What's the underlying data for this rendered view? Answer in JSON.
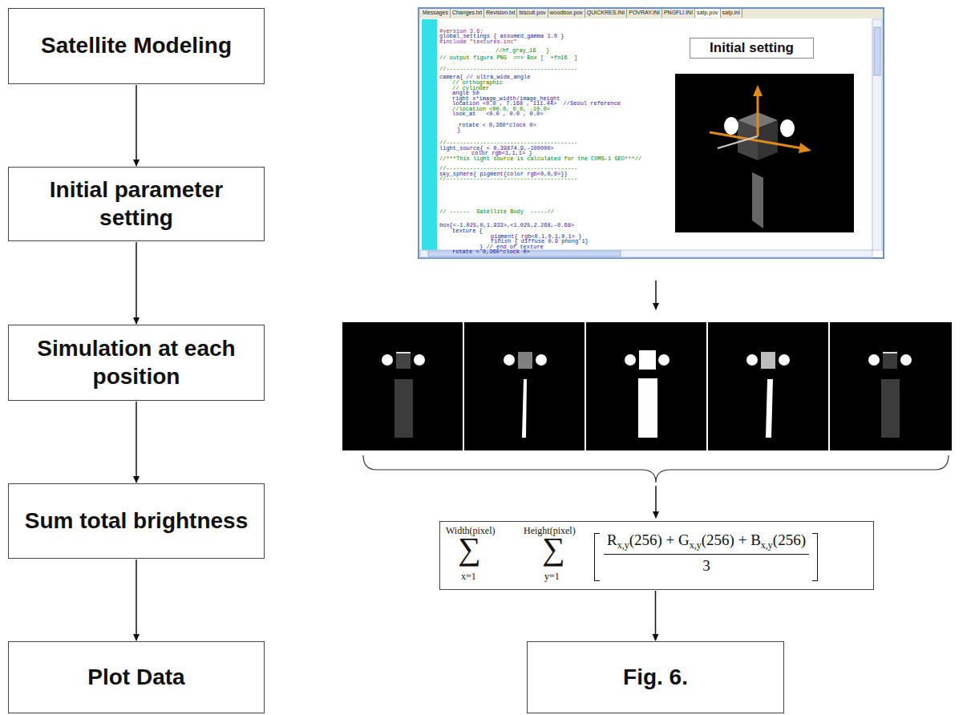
{
  "diagram": {
    "nodes": [
      {
        "text": [
          "Satellite Modeling"
        ]
      },
      {
        "text": [
          "Initial parameter setting"
        ]
      },
      {
        "text": [
          "Simulation at each position"
        ]
      },
      {
        "text": [
          "Sum total brightness"
        ]
      },
      {
        "text": [
          "Plot Data"
        ]
      },
      {
        "text": [
          "Messages",
          "Changes.txt",
          "Revision.txt",
          "biscuit.pov",
          "woodbox.pov",
          "QUICKRES.INI",
          "POVRAY.INI",
          "PNGFLI.INI",
          "satp.pov",
          "satp.ini",
          "#version 3.6;",
          "global_settings { assumed_gamma 1.0 }",
          "#include \"textures.inc\"",
          "//hf_gray_16   }",
          "// output figure PNG  ==> Box [  +fn16  ]",
          "//---------------------------------------",
          "camera{ // ultra_wide_angle",
          "// orthographic",
          "// cylinder",
          "angle 50",
          "right x*image_width/image_height",
          "location <0.0 , 7.168 , 111.44>  //Seoul reference",
          "//location <00.0, 0.0, -10.0>",
          "look_at   <0.0 , 0.0 , 0.0>",
          "rotate < 0,360*clock 0>",
          "}",
          "//---------------------------------------",
          "light_source{ < 0,39874.9,-100000>",
          "color rgb<1,1,1> }",
          "//***This light source is calculated for the COMS-1 GEO***//",
          "//---------------------------------------",
          "sky_sphere{ pigment{color rgb<0,0,0>}}",
          "//---------------------------------------",
          "// ------  Satellite Body  -----//",
          "box{<-1.025,0,1.933>,<1.025,2.268,-0.68>",
          "texture {",
          "pigment{ rgb<0.1,0.1,0.1> }",
          "finish { diffuse 0.9 phong 1}",
          "} // end of texture",
          "rotate < 0,360*clock 0>"
        ]
      },
      {
        "text": [
          "Initial setting"
        ],
        "in": 5
      },
      {
        "text": [
          "Width(pixel)",
          "∑",
          "x=1",
          "Height(pixel)",
          "∑",
          "y=1",
          "R",
          "x,y",
          "(256) + G",
          "x,y",
          "(256) + B",
          "x,y",
          "(256)",
          "3"
        ]
      },
      {
        "text": [
          "Fig. 6."
        ]
      }
    ],
    "edges": [
      {
        "from": 0,
        "to": 1,
        "arrow": "to"
      },
      {
        "from": 1,
        "to": 2,
        "arrow": "to"
      },
      {
        "from": 2,
        "to": 3,
        "arrow": "to"
      },
      {
        "from": 3,
        "to": 4,
        "arrow": "to"
      },
      {
        "from": 7,
        "to": 8,
        "arrow": "to"
      }
    ]
  }
}
